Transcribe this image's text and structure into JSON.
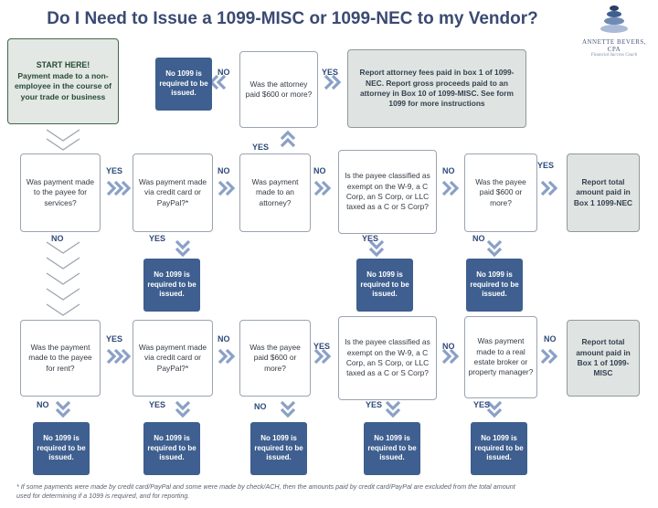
{
  "header": {
    "title": "Do I Need to Issue a 1099-MISC or 1099-NEC to my Vendor?"
  },
  "logo": {
    "name": "ANNETTE BEVERS, CPA",
    "tagline": "Financial Success Coach"
  },
  "start": {
    "heading": "START HERE!",
    "text": "Payment made to a non-employee in the course of your trade or business"
  },
  "row_top": {
    "no1099": "No 1099 is required to be issued.",
    "question": "Was the attorney paid $600 or more?",
    "result": "Report attorney fees paid in box 1 of 1099-NEC. Report gross proceeds paid to an attorney in Box 10 of 1099-MISC. See form 1099 for more instructions"
  },
  "row_services": {
    "q1": "Was payment made to the payee for services?",
    "q2": "Was payment made via credit card or PayPal?*",
    "q3": "Was payment made to an attorney?",
    "q4": "Is the payee classified as exempt on the W-9, a C Corp, an S Corp, or LLC taxed as a C or S Corp?",
    "q5": "Was the payee paid $600 or more?",
    "result": "Report total amount paid in Box 1 1099-NEC"
  },
  "row_services_no1099": [
    "No 1099 is required to be issued.",
    "No 1099 is required to be issued.",
    "No 1099 is required to be issued."
  ],
  "row_rent": {
    "q1": "Was the payment made to the payee for rent?",
    "q2": "Was payment made via credit card or PayPal?*",
    "q3": "Was the payee paid $600 or more?",
    "q4": "Is the payee classified as exempt on the W-9, a C Corp, an S Corp, or LLC taxed as a C or S Corp?",
    "q5": "Was payment made to a real estate broker or property manager?",
    "result": "Report total amount paid in Box 1 of 1099-MISC"
  },
  "row_rent_no1099": [
    "No 1099 is required to be issued.",
    "No 1099 is required to be issued.",
    "No 1099 is required to be issued.",
    "No 1099 is required to be issued.",
    "No 1099 is required to be issued."
  ],
  "labels": {
    "yes": "YES",
    "no": "NO"
  },
  "footnote": "* If some payments were made by credit card/PayPal and some were made by check/ACH, then the amounts paid by credit card/PayPal are excluded from the total amount used for determining if a 1099 is required, and for reporting.",
  "colors": {
    "navy": "#3e5f8f",
    "title": "#3a4a72",
    "start_border": "#44664f",
    "chevron": "#8aa0c6"
  }
}
